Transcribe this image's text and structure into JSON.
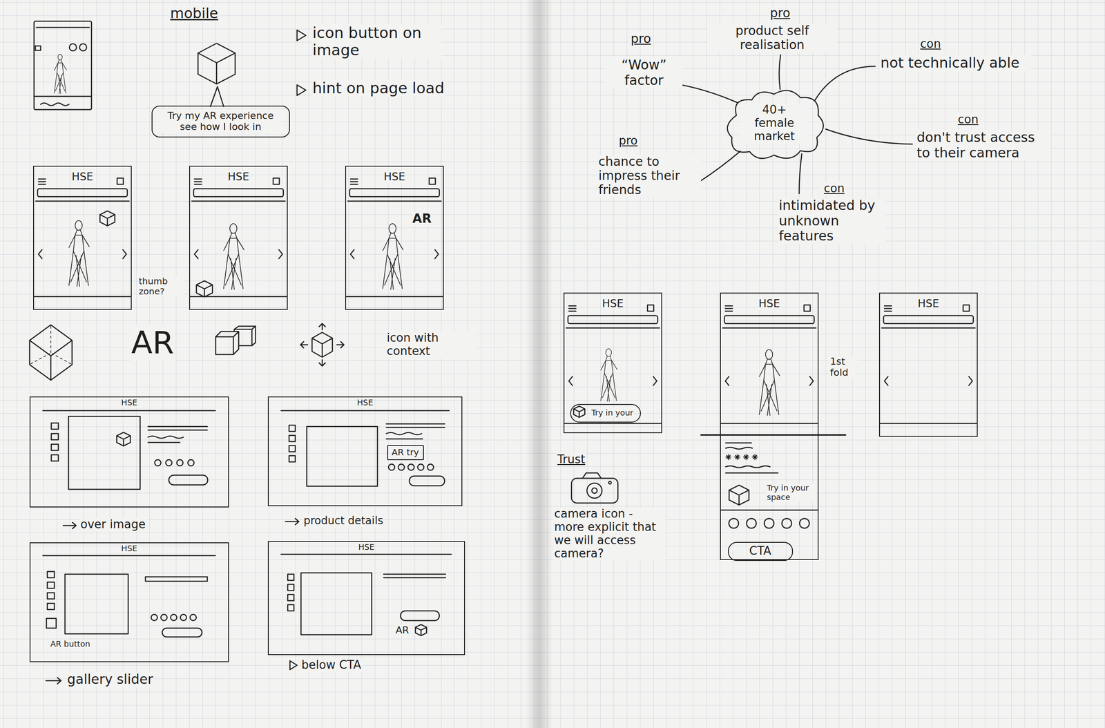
{
  "diagram": {
    "nodes": [
      {
        "text": [
          "Try my AR experience see how I look in"
        ]
      },
      {
        "text": [
          "HSE"
        ]
      },
      {
        "text": [
          "HSE"
        ]
      },
      {
        "text": [
          "HSE",
          "AR"
        ]
      },
      {
        "text": [
          "HSE"
        ]
      },
      {
        "text": [
          "HSE"
        ]
      },
      {
        "text": [
          "AR try"
        ],
        "in": 5
      },
      {
        "text": [
          "HSE",
          "AR button"
        ]
      },
      {
        "text": [
          "HSE",
          "AR"
        ]
      },
      {
        "text": [
          "40+ female market"
        ]
      },
      {
        "text": [
          "HSE"
        ]
      },
      {
        "text": [
          "Try in your"
        ],
        "in": 10
      },
      {
        "text": [
          "HSE",
          "Try in your space"
        ]
      },
      {
        "text": [
          "CTA"
        ],
        "in": 12
      },
      {
        "text": [
          "HSE"
        ]
      }
    ],
    "labels": [
      "mobile",
      "icon button on image",
      "hint on page load",
      "thumb zone?",
      "AR",
      "icon with context",
      "over image",
      "product details",
      "gallery slider",
      "below CTA",
      "pro",
      "product self realisation",
      "pro",
      "“Wow” factor",
      "con",
      "not technically able",
      "con",
      "don't trust access to their camera",
      "con",
      "intimidated by unknown features",
      "pro",
      "chance to impress their friends",
      "1st fold",
      "Trust",
      "camera icon - more explicit that we will access camera?"
    ]
  }
}
